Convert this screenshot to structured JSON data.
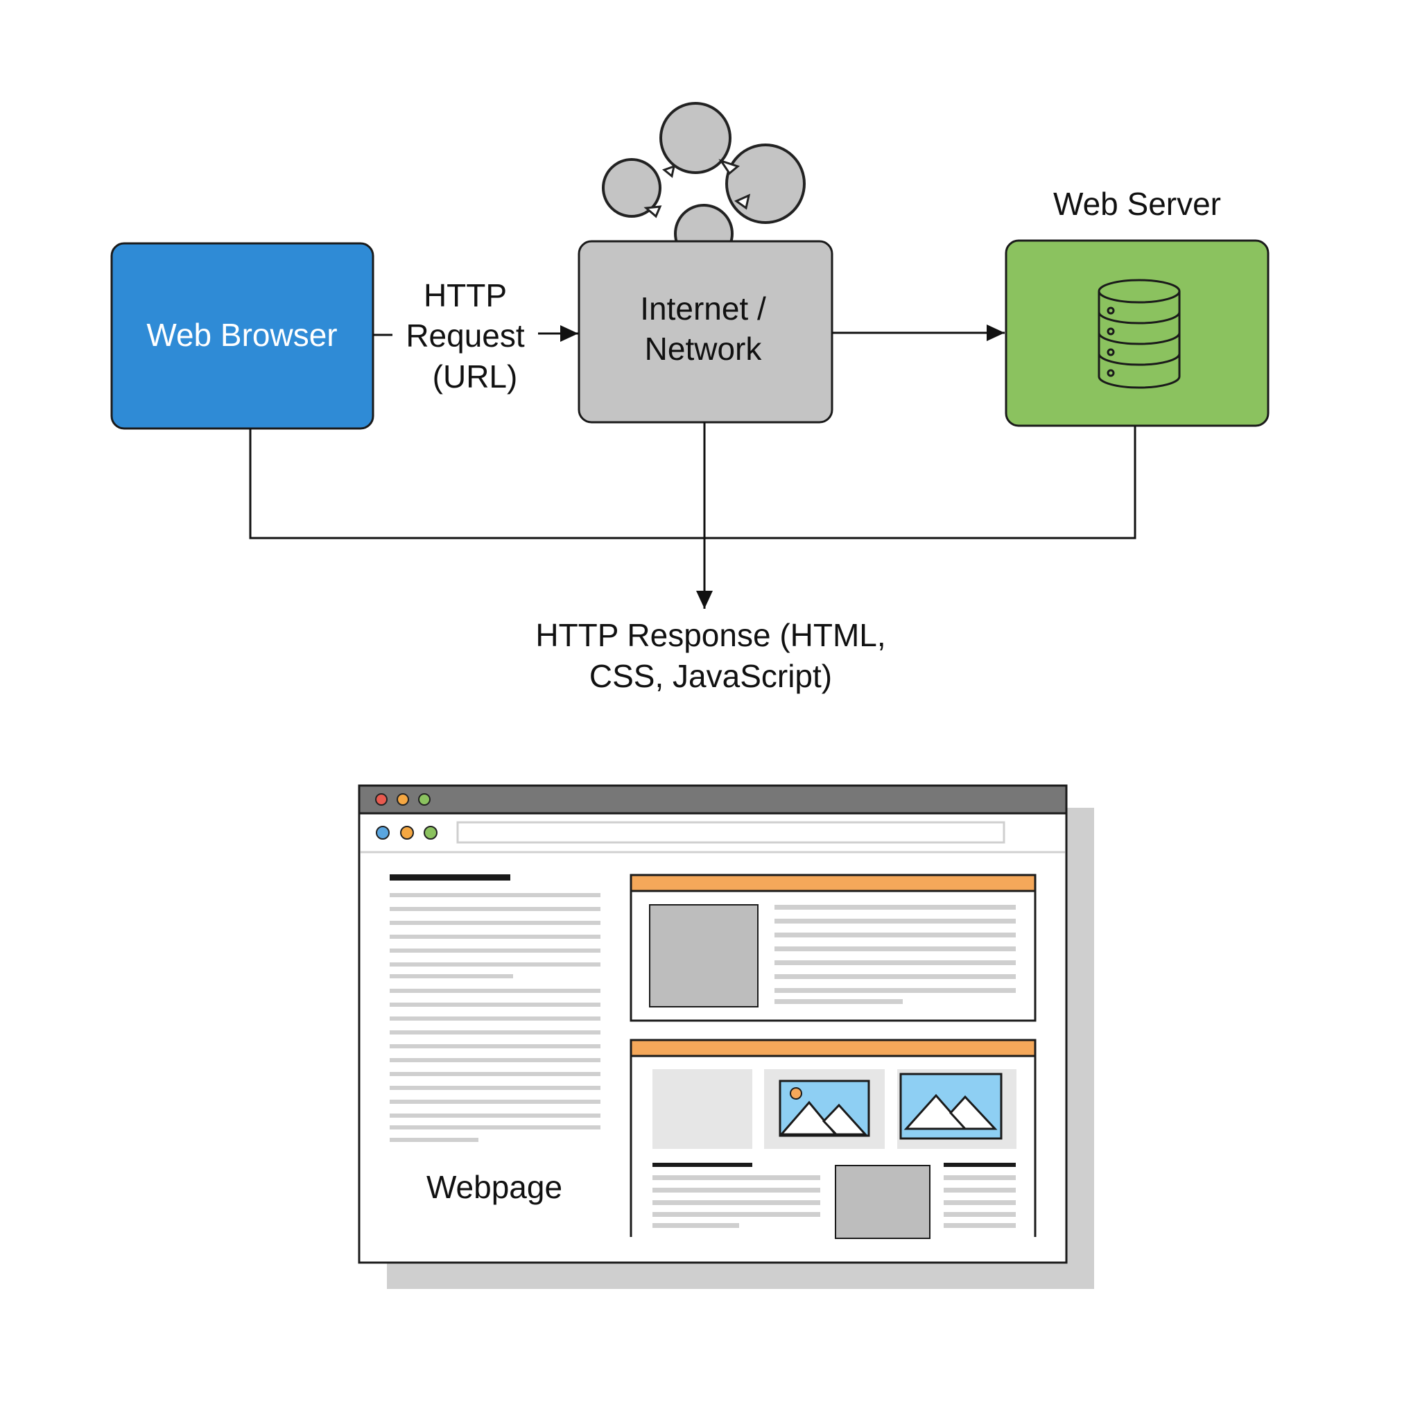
{
  "nodes": {
    "browser": {
      "label": "Web Browser",
      "color": "#2f8bd6"
    },
    "network": {
      "label_lines": [
        "Internet /",
        "Network"
      ],
      "color": "#c4c4c4"
    },
    "server": {
      "label": "Web Server",
      "color": "#8bc25f"
    }
  },
  "edges": {
    "request": {
      "label_lines": [
        "HTTP",
        "Request",
        "(URL)"
      ]
    },
    "response": {
      "label_lines": [
        "HTTP Response (HTML,",
        "CSS, JavaScript)"
      ]
    }
  },
  "webpage": {
    "label": "Webpage",
    "accent_color": "#f5a85a",
    "image_sky_color": "#8ecff3",
    "window_dots": [
      "#e85a4f",
      "#f5a742",
      "#8bc25f"
    ],
    "toolbar_dots": [
      "#5aa6e0",
      "#f5a742",
      "#8bc25f"
    ]
  },
  "icons": {
    "server": "database-icon",
    "network": "network-cloud-icon"
  }
}
